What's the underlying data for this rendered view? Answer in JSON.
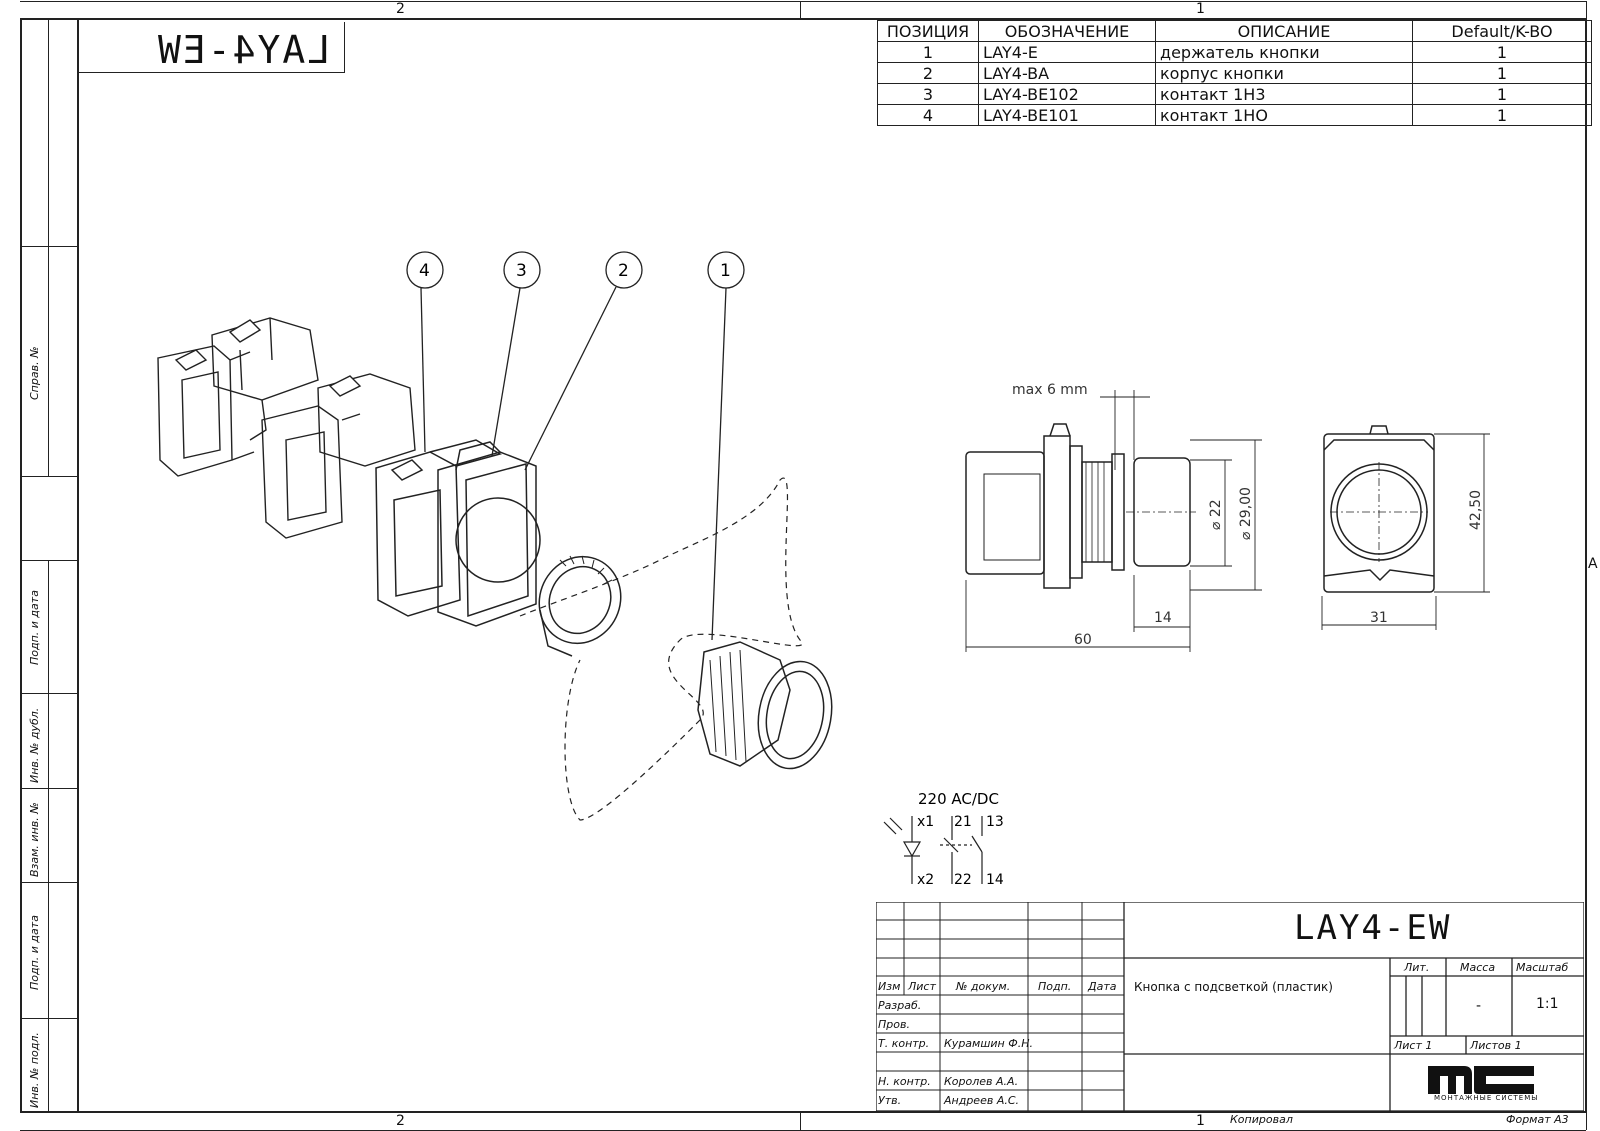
{
  "zones": {
    "top_left": "2",
    "top_right": "1",
    "bottom_left": "2",
    "bottom_right": "1",
    "right_side": "A"
  },
  "side_labels": [
    "Справ. №",
    "Подп. и дата",
    "Инв. № дубл.",
    "Взам. инв. №",
    "Подп. и дата",
    "Инв. № подл."
  ],
  "mirrored_title": "LAY4-EW",
  "bom": {
    "headers": [
      "ПОЗИЦИЯ",
      "ОБОЗНАЧЕНИЕ",
      "ОПИСАНИЕ",
      "Default/K-BO"
    ],
    "rows": [
      [
        "1",
        "LAY4-E",
        "держатель кнопки",
        "1"
      ],
      [
        "2",
        "LAY4-BA",
        "корпус кнопки",
        "1"
      ],
      [
        "3",
        "LAY4-BE102",
        "контакт 1Н3",
        "1"
      ],
      [
        "4",
        "LAY4-BE101",
        "контакт 1НО",
        "1"
      ]
    ]
  },
  "balloons": [
    "4",
    "3",
    "2",
    "1"
  ],
  "dimensions": {
    "max_gap": "max 6 mm",
    "d22": "⌀ 22",
    "d29": "⌀ 29,00",
    "len14": "14",
    "len60": "60",
    "width31": "31",
    "height42": "42,50"
  },
  "schematic": {
    "voltage": "220 AC/DC",
    "x1": "x1",
    "x2": "x2",
    "t21": "21",
    "t22": "22",
    "t13": "13",
    "t14": "14"
  },
  "title_block": {
    "designation": "LAY4-EW",
    "description": "Кнопка с подсветкой (пластик)",
    "headers": {
      "izm": "Изм",
      "list": "Лист",
      "doc": "№ докум.",
      "podp": "Подп.",
      "data": "Дата"
    },
    "roles": [
      "Разраб.",
      "Пров.",
      "Т. контр.",
      "",
      "Н. контр.",
      "Утв."
    ],
    "names": [
      "",
      "",
      "Курамшин Ф.Н.",
      "",
      "Королев А.А.",
      "Андреев А.С."
    ],
    "lit": "Лит.",
    "massa": "Масса",
    "masshtab": "Масштаб",
    "massa_value": "-",
    "scale_value": "1:1",
    "sheet": "Лист 1",
    "sheets": "Листов 1",
    "company": "монтажные системы",
    "kopiroval": "Копировал",
    "format": "Формат А3"
  }
}
